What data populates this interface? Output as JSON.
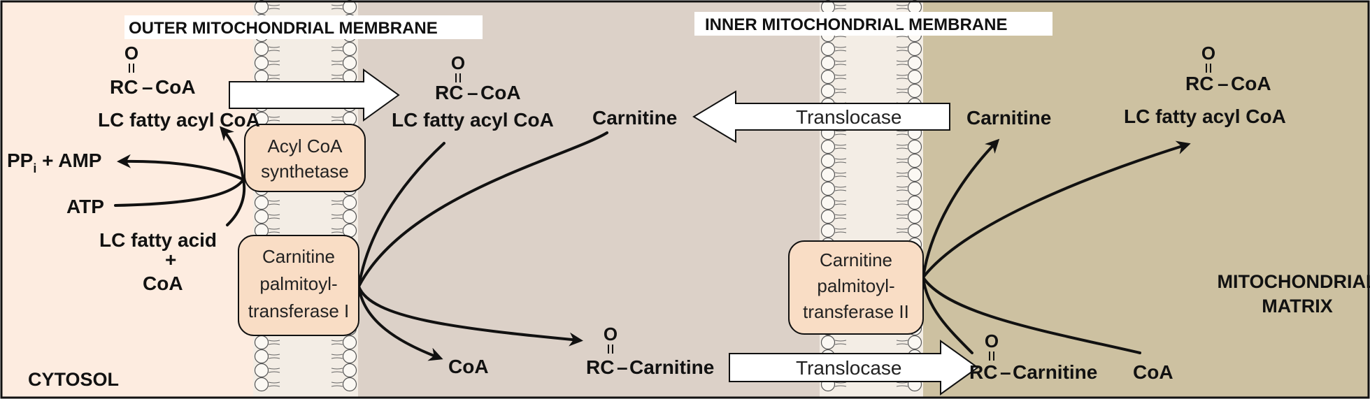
{
  "colors": {
    "cytosol": "#fdece0",
    "intermembrane": "#dcd1c8",
    "matrix": "#cdc1a1",
    "membrane": "#efe7dd",
    "enzyme_fill": "#f9ddc5",
    "line": "#111111"
  },
  "titles": {
    "outer_membrane": "OUTER MITOCHONDRIAL MEMBRANE",
    "inner_membrane": "INNER MITOCHONDRIAL MEMBRANE"
  },
  "compartments": {
    "cytosol": "CYTOSOL",
    "matrix_line1": "MITOCHONDRIAL",
    "matrix_line2": "MATRIX"
  },
  "enzymes": {
    "acyl_coa_synthetase": [
      "Acyl CoA",
      "synthetase"
    ],
    "cpt1": [
      "Carnitine",
      "palmitoyl-",
      "transferase I"
    ],
    "cpt2": [
      "Carnitine",
      "palmitoyl-",
      "transferase II"
    ]
  },
  "transport_arrows": {
    "translocase_top": "Translocase",
    "translocase_bottom": "Translocase"
  },
  "molecules": {
    "oxygen": "O",
    "acyl_r": "RC",
    "coa": "CoA",
    "dash": "–",
    "lc_fatty_acyl_coa": "LC fatty acyl CoA",
    "ppi_pp": "PP",
    "ppi_sub": "i",
    "ppi_rest": " + AMP",
    "atp": "ATP",
    "lc_fatty_acid": "LC fatty acid",
    "plus": "+",
    "carnitine": "Carnitine",
    "acyl_carnitine": "Carnitine"
  }
}
